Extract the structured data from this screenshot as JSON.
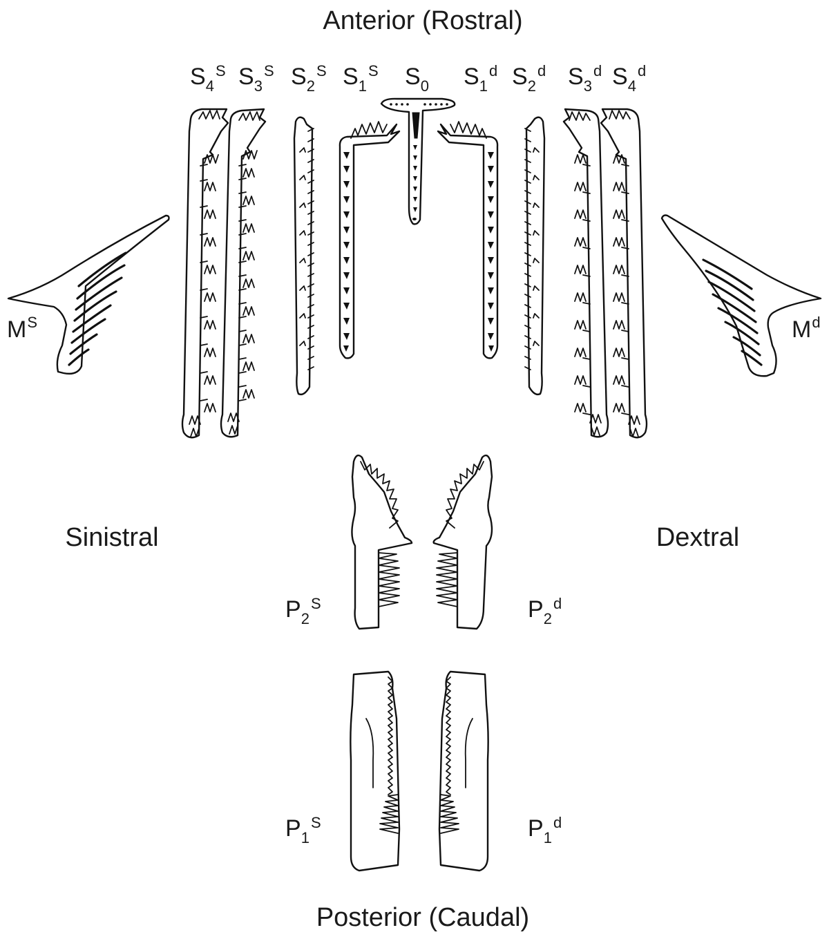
{
  "orientation": {
    "anterior": "Anterior (Rostral)",
    "posterior": "Posterior (Caudal)",
    "sinistral": "Sinistral",
    "dextral": "Dextral"
  },
  "elements": {
    "s4_sin": {
      "base": "S",
      "sub": "4",
      "sup": "S"
    },
    "s3_sin": {
      "base": "S",
      "sub": "3",
      "sup": "S"
    },
    "s2_sin": {
      "base": "S",
      "sub": "2",
      "sup": "S"
    },
    "s1_sin": {
      "base": "S",
      "sub": "1",
      "sup": "S"
    },
    "s0": {
      "base": "S",
      "sub": "0",
      "sup": ""
    },
    "s1_dex": {
      "base": "S",
      "sub": "1",
      "sup": "d"
    },
    "s2_dex": {
      "base": "S",
      "sub": "2",
      "sup": "d"
    },
    "s3_dex": {
      "base": "S",
      "sub": "3",
      "sup": "d"
    },
    "s4_dex": {
      "base": "S",
      "sub": "4",
      "sup": "d"
    },
    "m_sin": {
      "base": "M",
      "sub": "",
      "sup": "S"
    },
    "m_dex": {
      "base": "M",
      "sub": "",
      "sup": "d"
    },
    "p2_sin": {
      "base": "P",
      "sub": "2",
      "sup": "S"
    },
    "p2_dex": {
      "base": "P",
      "sub": "2",
      "sup": "d"
    },
    "p1_sin": {
      "base": "P",
      "sub": "1",
      "sup": "S"
    },
    "p1_dex": {
      "base": "P",
      "sub": "1",
      "sup": "d"
    }
  }
}
